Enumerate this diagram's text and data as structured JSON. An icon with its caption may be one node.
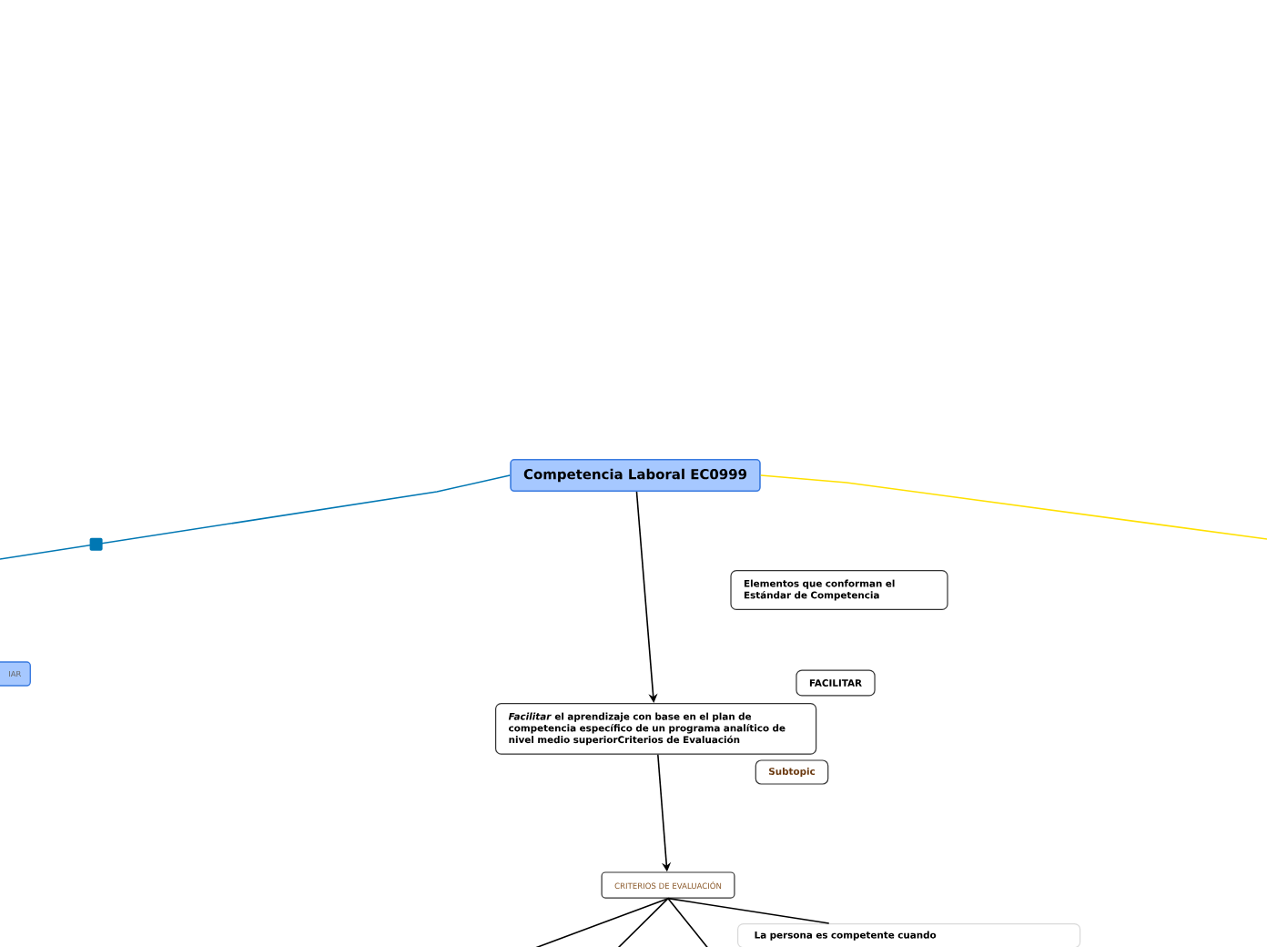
{
  "diagram": {
    "nodes": [
      {
        "text": [
          "Competencia Laboral EC0999"
        ]
      },
      {
        "text": [
          "Elementos que conforman el Estándar de Competencia"
        ]
      },
      {
        "text": [
          "FACILITAR"
        ]
      },
      {
        "text": [
          "*Facilitar* el aprendizaje con base en el plan de competencia específico de un programa analítico de nivel medio superiorCriterios de Evaluación"
        ]
      },
      {
        "text": [
          "Subtopic"
        ]
      },
      {
        "text": [
          "IAR"
        ]
      },
      {
        "text": [
          "CRITERIOS DE EVALUACIÓN"
        ]
      },
      {
        "text": [
          "La persona es competente cuando"
        ]
      }
    ],
    "edges": [
      {
        "from": 0,
        "to": null,
        "arrow": "none",
        "color": "#0077b3"
      },
      {
        "from": 0,
        "to": null,
        "arrow": "none",
        "color": "#ffe000"
      },
      {
        "from": 0,
        "to": 3,
        "arrow": "to"
      },
      {
        "from": 3,
        "to": 6,
        "arrow": "to"
      },
      {
        "from": 6,
        "to": null,
        "arrow": "none"
      },
      {
        "from": 6,
        "to": null,
        "arrow": "none"
      },
      {
        "from": 6,
        "to": null,
        "arrow": "none"
      },
      {
        "from": 6,
        "to": 7,
        "arrow": "none"
      }
    ]
  }
}
